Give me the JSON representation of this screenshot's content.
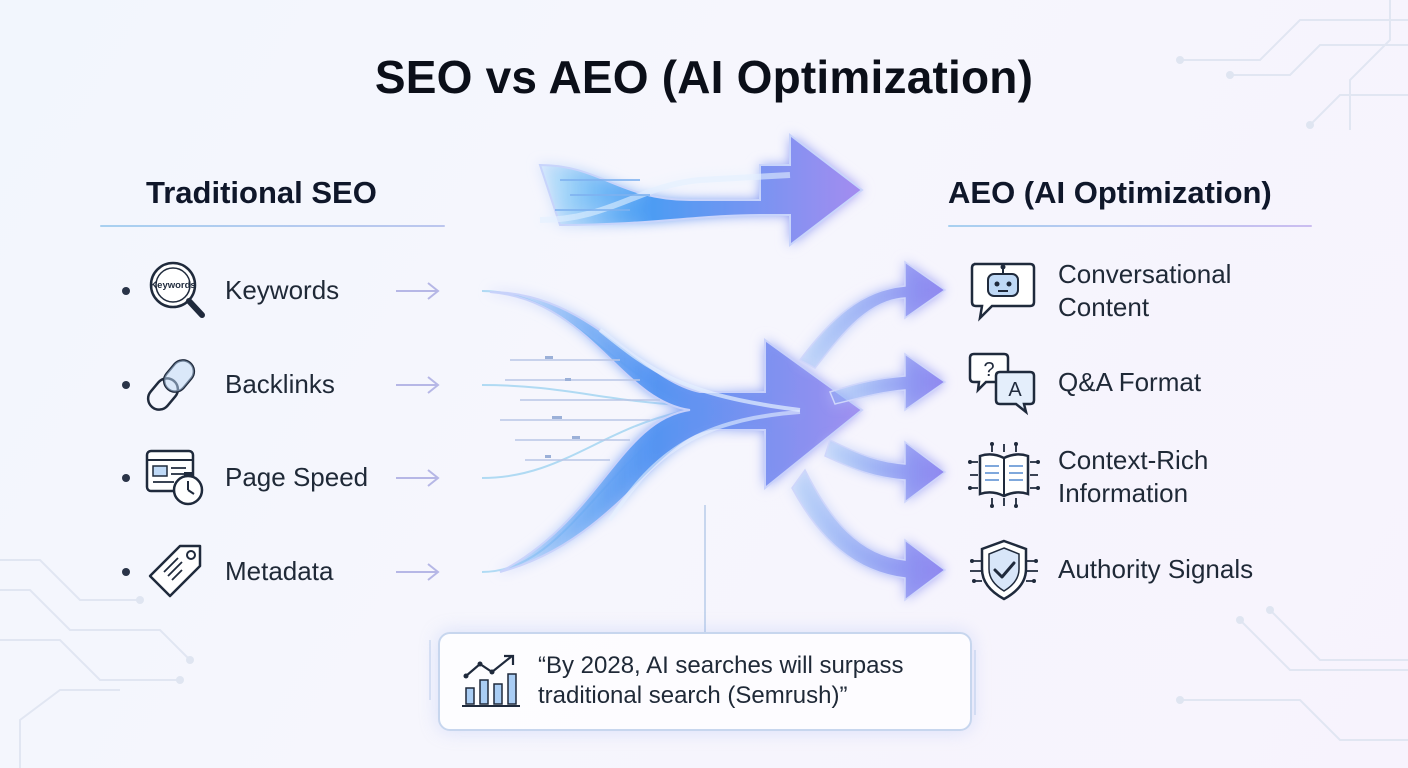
{
  "title": "SEO vs AEO (AI Optimization)",
  "left": {
    "heading": "Traditional SEO",
    "items": [
      {
        "label": "Keywords",
        "icon": "keyword-magnifier-icon",
        "icon_text": "Keywords"
      },
      {
        "label": "Backlinks",
        "icon": "chain-link-icon"
      },
      {
        "label": "Page Speed",
        "icon": "browser-stopwatch-icon"
      },
      {
        "label": "Metadata",
        "icon": "tag-icon"
      }
    ]
  },
  "right": {
    "heading": "AEO (AI Optimization)",
    "items": [
      {
        "line1": "Conversational",
        "line2": "Content",
        "icon": "robot-chat-icon"
      },
      {
        "line1": "Q&A Format",
        "line2": "",
        "icon": "qa-bubbles-icon",
        "icon_q": "?",
        "icon_a": "A"
      },
      {
        "line1": "Context-Rich",
        "line2": "Information",
        "icon": "circuit-book-icon"
      },
      {
        "line1": "Authority Signals",
        "line2": "",
        "icon": "shield-check-icon"
      }
    ]
  },
  "quote": {
    "line1": "“By 2028, AI searches will surpass",
    "line2": "traditional search (Semrush)”",
    "icon": "growth-chart-icon"
  },
  "colors": {
    "flow_blue": "#5aa2f3",
    "flow_violet": "#9b8af0",
    "flow_deep": "#6f7cf0",
    "text_dark": "#0f172a",
    "rule_start": "#a8d0f0",
    "rule_end": "#cbbdf0",
    "icon_stroke": "#1f2a3c"
  }
}
